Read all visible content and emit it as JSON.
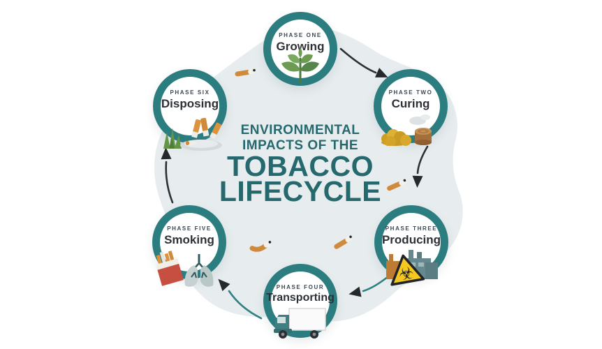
{
  "title": {
    "line1": "ENVIRONMENTAL",
    "line2": "IMPACTS OF THE",
    "line3": "TOBACCO",
    "line4": "LIFECYCLE"
  },
  "phases": [
    {
      "label": "PHASE ONE",
      "name": "Growing",
      "icon": "plant-sprout-icon"
    },
    {
      "label": "PHASE TWO",
      "name": "Curing",
      "icon": "leaf-pile-stump-icon"
    },
    {
      "label": "PHASE THREE",
      "name": "Producing",
      "icon": "factory-biohazard-icon"
    },
    {
      "label": "PHASE FOUR",
      "name": "Transporting",
      "icon": "delivery-truck-icon"
    },
    {
      "label": "PHASE FIVE",
      "name": "Smoking",
      "icon": "cigarette-pack-lungs-icon"
    },
    {
      "label": "PHASE SIX",
      "name": "Disposing",
      "icon": "cigarette-litter-icon"
    }
  ],
  "icons": {
    "biohazard": "☣"
  },
  "colors": {
    "ring_teal": "#2b7d80",
    "title_teal": "#25696e",
    "phase_label": "#3b4754",
    "phase_name": "#2d3035",
    "arrow_dark": "#2b3136",
    "arrow_teal": "#2f8183",
    "arrowhead_black": "#26292c",
    "blob_background": "#e7edef",
    "page_background": "#ffffff"
  }
}
